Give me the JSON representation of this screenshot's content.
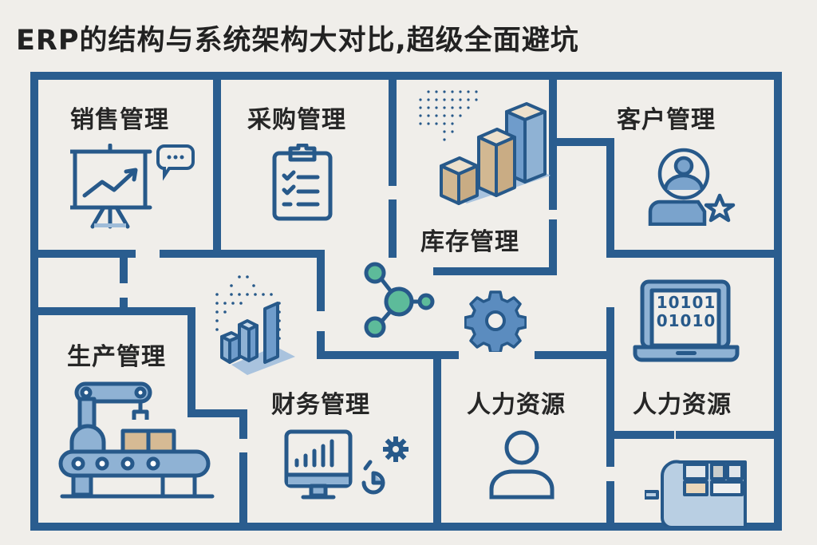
{
  "title": "ERP的结构与系统架构大对比,超级全面避坑",
  "colors": {
    "background": "#f0eeea",
    "wall": "#2a5d8f",
    "icon_stroke": "#27598a",
    "icon_fill_light": "#8fb2d4",
    "box_tan": "#d8bf9a",
    "node_green": "#5dbb9a",
    "text": "#262626"
  },
  "modules": [
    {
      "id": "sales",
      "label": "销售管理",
      "icon": "presentation-chart-icon"
    },
    {
      "id": "purchase",
      "label": "采购管理",
      "icon": "clipboard-checklist-icon"
    },
    {
      "id": "inventory",
      "label": "库存管理",
      "icon": "isometric-boxes-chart-icon"
    },
    {
      "id": "customer",
      "label": "客户管理",
      "icon": "user-star-icon"
    },
    {
      "id": "production",
      "label": "生产管理",
      "icon": "robot-arm-conveyor-icon"
    },
    {
      "id": "finance",
      "label": "财务管理",
      "icon": "monitor-chart-icon"
    },
    {
      "id": "hr1",
      "label": "人力资源",
      "icon": "user-outline-icon"
    },
    {
      "id": "hr2",
      "label": "人力资源",
      "icon": "laptop-binary-icon"
    }
  ],
  "laptop_screen": {
    "line1": "10101",
    "line2": "01010"
  },
  "center_icons": [
    "network-nodes-icon",
    "gear-icon",
    "isometric-bar-chart-icon",
    "delivery-truck-icon"
  ]
}
